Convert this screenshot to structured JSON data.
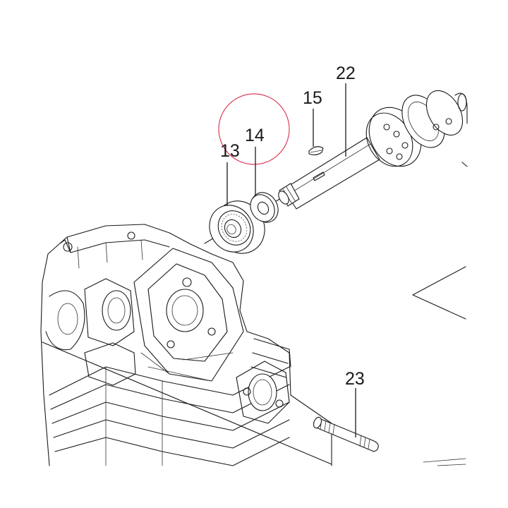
{
  "diagram": {
    "highlight_color": "#d9405a",
    "line_color": "#1a1a1a",
    "callouts": {
      "bearing": "13",
      "washer": "14",
      "woodruff_key": "15",
      "camshaft": "22",
      "stud": "23"
    }
  }
}
